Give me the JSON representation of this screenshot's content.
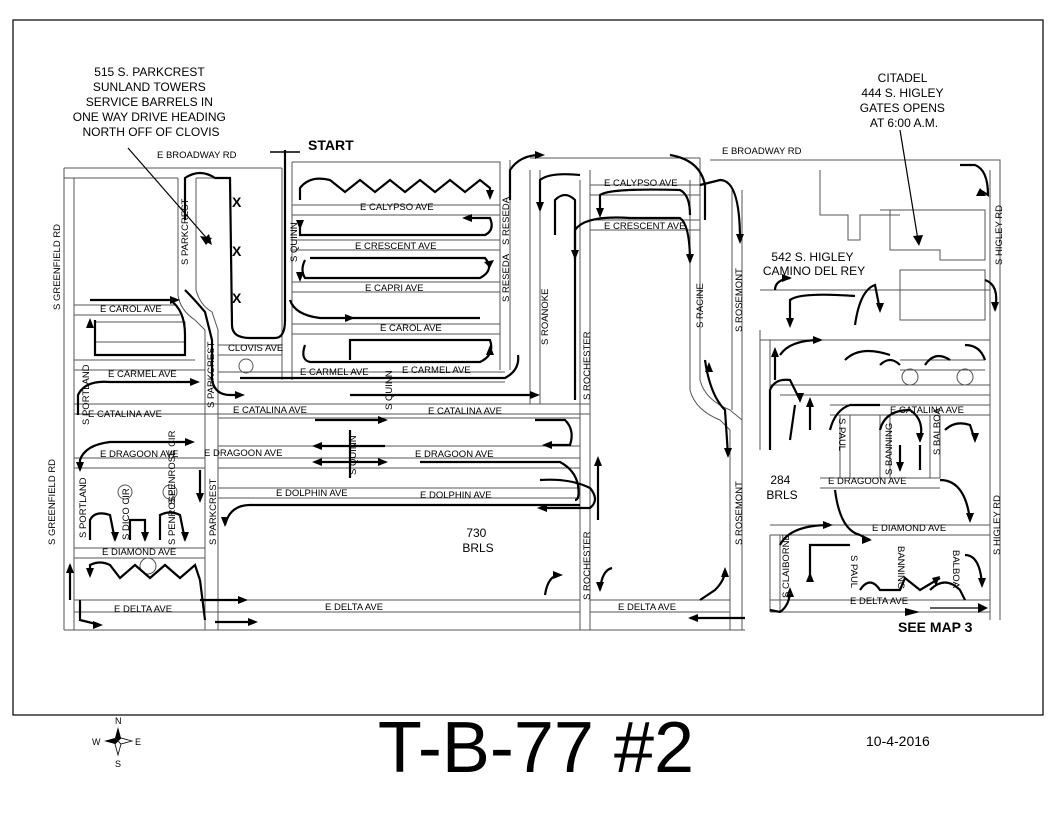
{
  "map": {
    "title": "T-B-77 #2",
    "date": "10-4-2016",
    "start_label": "START",
    "see_map": "SEE MAP 3",
    "compass": {
      "n": "N",
      "s": "S",
      "e": "E",
      "w": "W"
    },
    "notes": {
      "parkcrest": [
        "515 S. PARKCREST",
        "SUNLAND TOWERS",
        "SERVICE BARRELS IN",
        "ONE WAY DRIVE HEADING",
        "NORTH OFF OF CLOVIS"
      ],
      "citadel": [
        "CITADEL",
        "444 S. HIGLEY",
        "GATES OPENS",
        "AT 6:00 A.M."
      ],
      "camino": [
        "542 S. HIGLEY",
        "CAMINO DEL REY"
      ],
      "brls730": [
        "730",
        "BRLS"
      ],
      "brls284": [
        "284",
        "BRLS"
      ]
    },
    "marks": [
      "X",
      "X",
      "X"
    ],
    "streets": {
      "broadway_w": "E BROADWAY RD",
      "broadway_e": "E BROADWAY RD",
      "calypso_w": "E CALYPSO AVE",
      "calypso_e": "E CALYPSO AVE",
      "crescent_w": "E CRESCENT AVE",
      "crescent_e": "E CRESCENT AVE",
      "capri": "E CAPRI AVE",
      "carol_w": "E CAROL AVE",
      "carol_m": "E CAROL AVE",
      "clovis": "CLOVIS AVE",
      "carmel_w": "E CARMEL AVE",
      "carmel_m1": "E CARMEL AVE",
      "carmel_m2": "E CARMEL AVE",
      "catalina_w1": "E CATALINA AVE",
      "catalina_w2": "E CATALINA AVE",
      "catalina_m": "E CATALINA AVE",
      "catalina_e": "E CATALINA AVE",
      "dragoon_w1": "E DRAGOON AVE",
      "dragoon_w2": "E DRAGOON AVE",
      "dragoon_m": "E DRAGOON AVE",
      "dragoon_e": "E DRAGOON AVE",
      "dolphin_w": "E DOLPHIN AVE",
      "dolphin_m": "E DOLPHIN AVE",
      "diamond_w": "E DIAMOND AVE",
      "diamond_e": "E DIAMOND AVE",
      "delta_w": "E DELTA AVE",
      "delta_m1": "E DELTA AVE",
      "delta_m2": "E DELTA AVE",
      "delta_e": "E DELTA AVE",
      "greenfield_n": "S GREENFIELD RD",
      "greenfield_s": "S GREENFIELD RD",
      "parkcrest_n": "S PARKCREST",
      "parkcrest_m": "S PARKCREST",
      "parkcrest_s": "S PARKCREST",
      "portland_n": "S PORTLAND",
      "portland_s": "S PORTLAND",
      "quinn_n": "S QUINN",
      "quinn_m": "S QUINN",
      "quinn_s": "S QUINN",
      "reseda_n": "S RESEDA",
      "reseda_s": "S RESEDA",
      "roanoke": "S ROANOKE",
      "rochester_n": "S ROCHESTER",
      "rochester_s": "S ROCHESTER",
      "racine": "S RACINE",
      "rosemont_n": "S ROSEMONT",
      "rosemont_s": "S ROSEMONT",
      "higley_n": "S HIGLEY RD",
      "higley_s": "S HIGLEY RD",
      "dico": "S DICO CIR",
      "penrose_n": "S PENROSE CIR",
      "penrose_s": "S PENROSE",
      "paul_n": "S PAUL",
      "paul_s": "S PAUL",
      "banning_n": "S BANNING",
      "banning_s": "BANNING",
      "balboa_n": "S BALBOA",
      "balboa_s": "BALBOA",
      "claiborne": "S CLAIBORNE"
    }
  }
}
